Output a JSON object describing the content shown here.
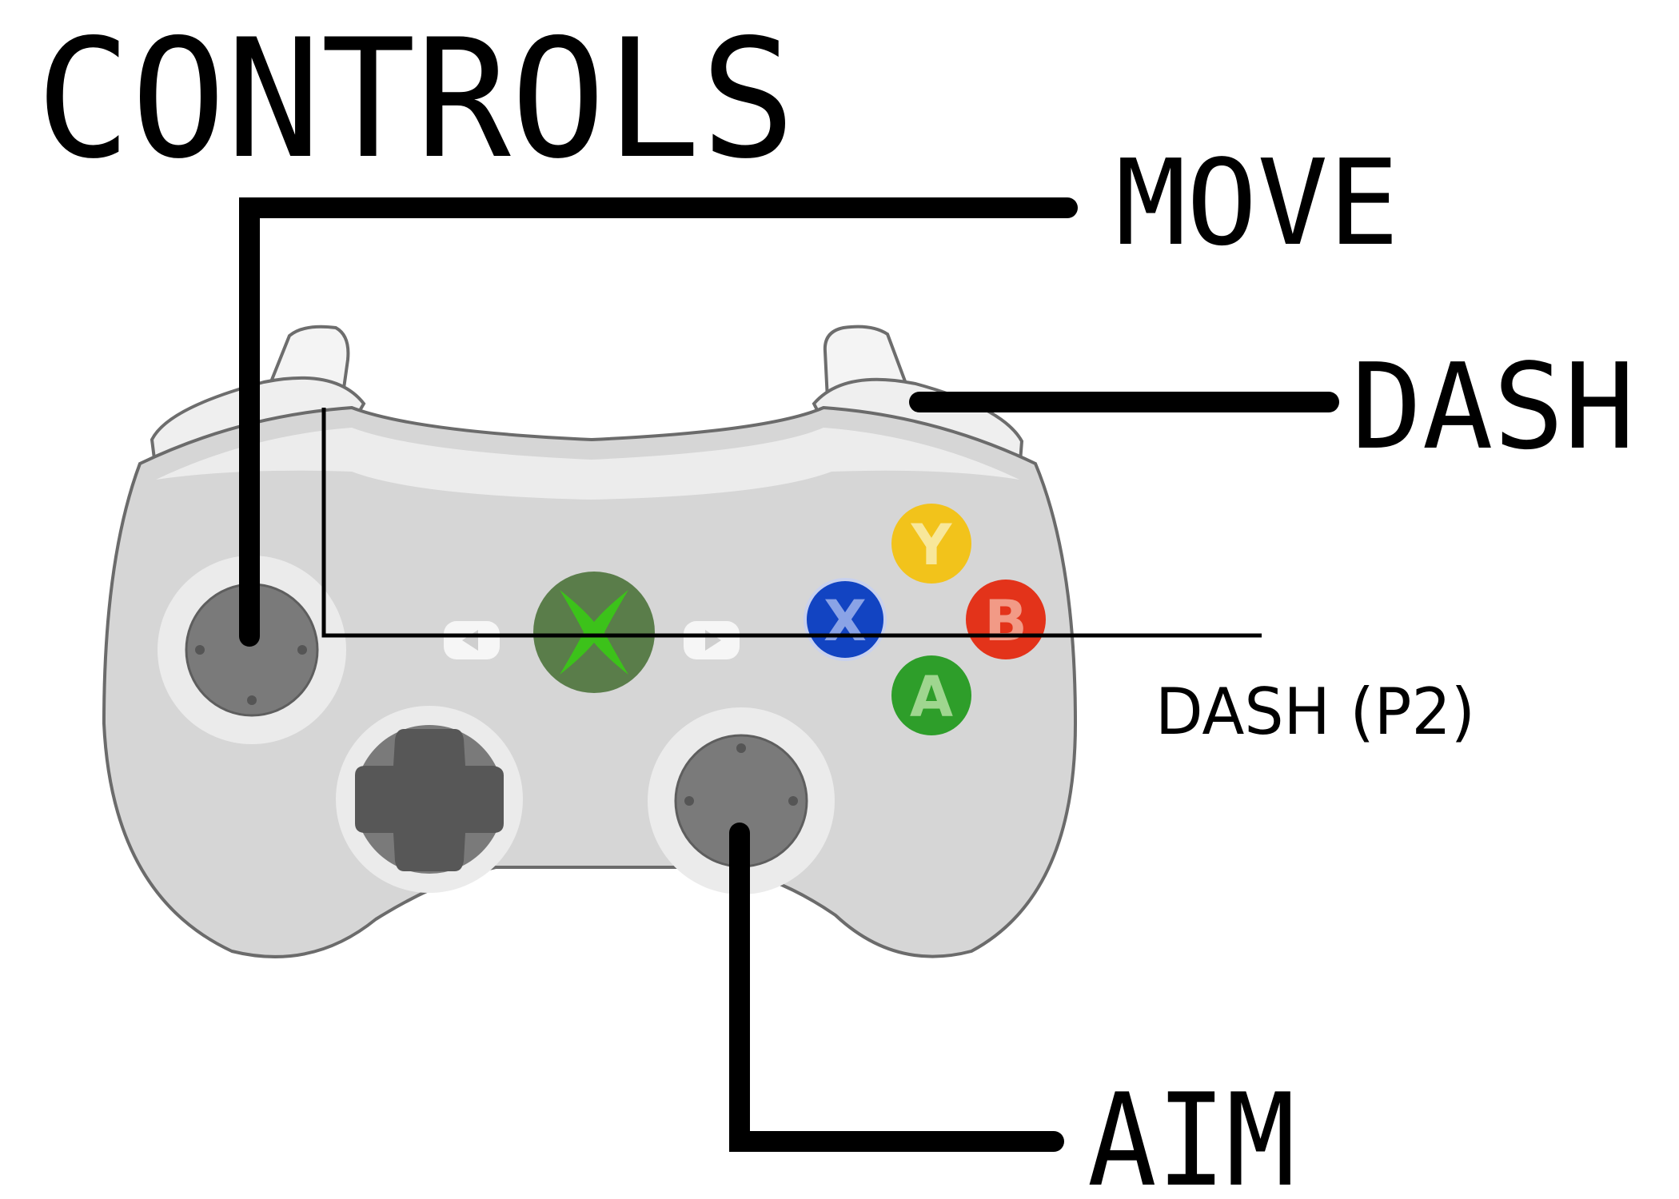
{
  "title": "CONTROLS",
  "labels": {
    "move": "MOVE",
    "dash": "DASH",
    "dash_p2": "DASH (P2)",
    "aim": "AIM"
  },
  "face_buttons": {
    "y": "Y",
    "x": "X",
    "b": "B",
    "a": "A"
  },
  "colors": {
    "button_y": "#f2c31b",
    "button_x": "#1244c2",
    "button_b": "#e3331a",
    "button_a": "#2e9e2a",
    "guide_button": "#5a7d4a",
    "guide_x": "#3cc21a",
    "controller_body": "#d6d6d6",
    "stick": "#7a7a7a",
    "dpad": "#575757",
    "leader_line": "#000000"
  }
}
